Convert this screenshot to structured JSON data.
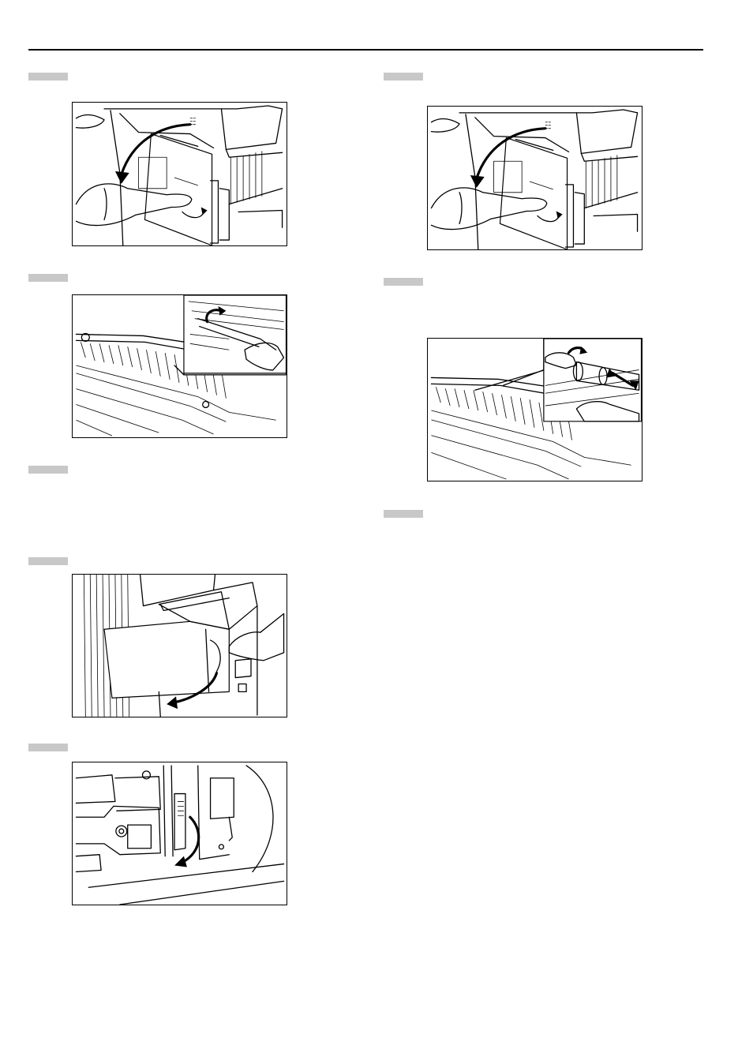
{
  "page": {
    "steps": [
      {
        "id": "left-1",
        "figure": "open-front-cover"
      },
      {
        "id": "left-2",
        "figure": "duplex-transfer-area"
      },
      {
        "id": "left-3",
        "figure": "none"
      },
      {
        "id": "left-4",
        "figure": "open-side-unit"
      },
      {
        "id": "left-5",
        "figure": "release-lever"
      },
      {
        "id": "right-1",
        "figure": "open-front-cover"
      },
      {
        "id": "right-2",
        "figure": "clean-roller"
      },
      {
        "id": "right-3",
        "figure": "none"
      }
    ]
  }
}
